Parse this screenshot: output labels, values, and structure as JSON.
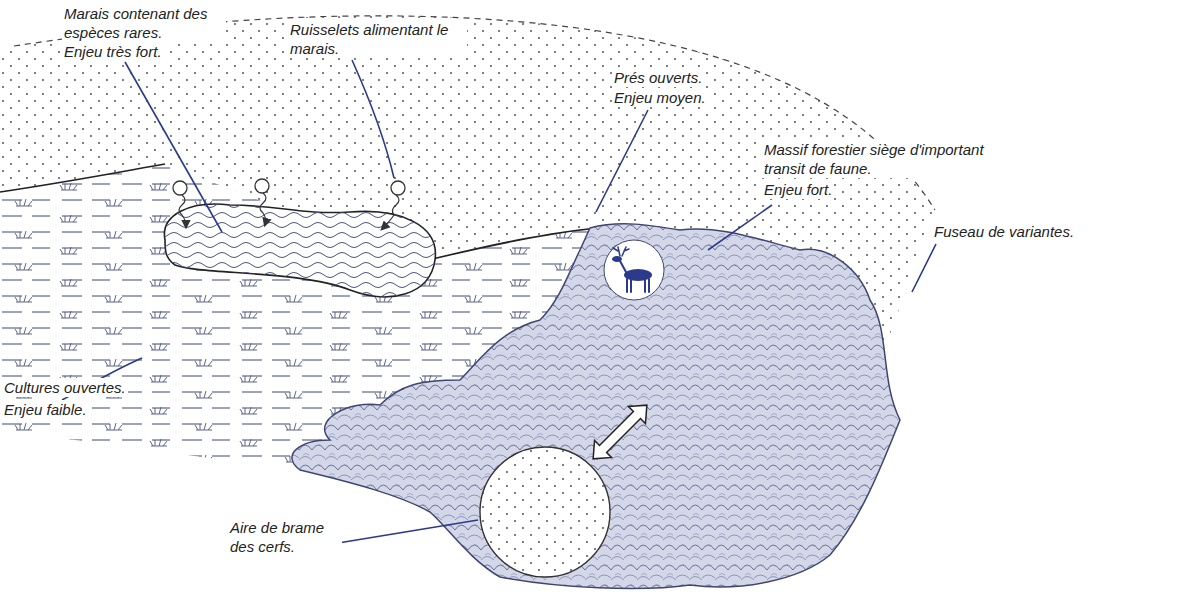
{
  "diagram": {
    "labels": [
      "Marais contenant des espèces rares.",
      "Enjeu très fort.",
      "Ruisselets alimentant le marais.",
      "Prés ouverts.",
      "Enjeu moyen.",
      "Massif forestier siège d'important transit de faune.",
      "Enjeu fort.",
      "Fuseau de variantes.",
      "Cultures ouvertes.",
      "Enjeu faible.",
      "Aire de brame des cerfs."
    ]
  }
}
